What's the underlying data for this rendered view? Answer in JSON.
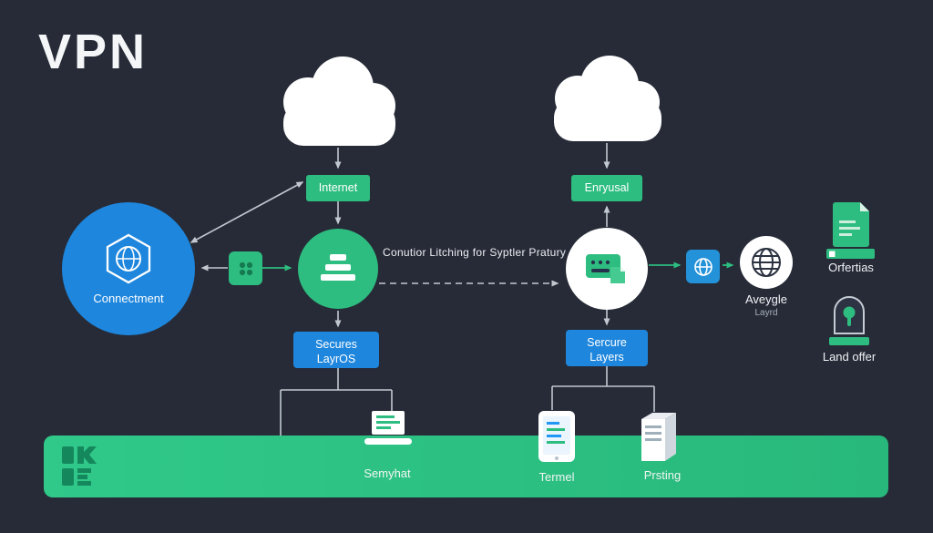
{
  "title": "VPN",
  "caption": "Conutior Litching for Syptler Pratury",
  "badges": {
    "internet": "Internet",
    "encryption": "Enryusal"
  },
  "nodes": {
    "connection": {
      "label": "Connectment"
    },
    "secure_left": {
      "line1": "Secures",
      "line2": "LayrOS"
    },
    "secure_right": {
      "line1": "Sercure",
      "line2": "Layers"
    },
    "average": {
      "line1": "Aveygle",
      "line2": "Layrd"
    }
  },
  "right_panel": {
    "document_label": "Orfertias",
    "lock_label": "Land offer"
  },
  "bottom": {
    "laptop_label": "Semyhat",
    "tablet_label": "Termel",
    "server_label": "Prsting"
  },
  "icons": {
    "cloud-icon": "cloud",
    "hexagon-globe-icon": "hexagon with globe",
    "app-grid-icon": "2x2 dot grid",
    "stack-icon": "stacked bars",
    "keypad-icon": "green keypad card",
    "copy-icon": "small page",
    "globe-icon": "white wireframe globe",
    "globe-icon-dark": "dark wireframe globe",
    "document-icon": "green document with folded corner",
    "lock-icon": "padlock with green keyhole",
    "monogram-icon": "dark green monogram blocks",
    "laptop-icon": "laptop",
    "tablet-icon": "tablet",
    "server-icon": "server tower"
  },
  "colors": {
    "background": "#262b37",
    "green": "#2ebd80",
    "blue": "#1e86dd",
    "teal_blue": "#2492d8",
    "line": "#c2c8d0",
    "white": "#ffffff"
  }
}
